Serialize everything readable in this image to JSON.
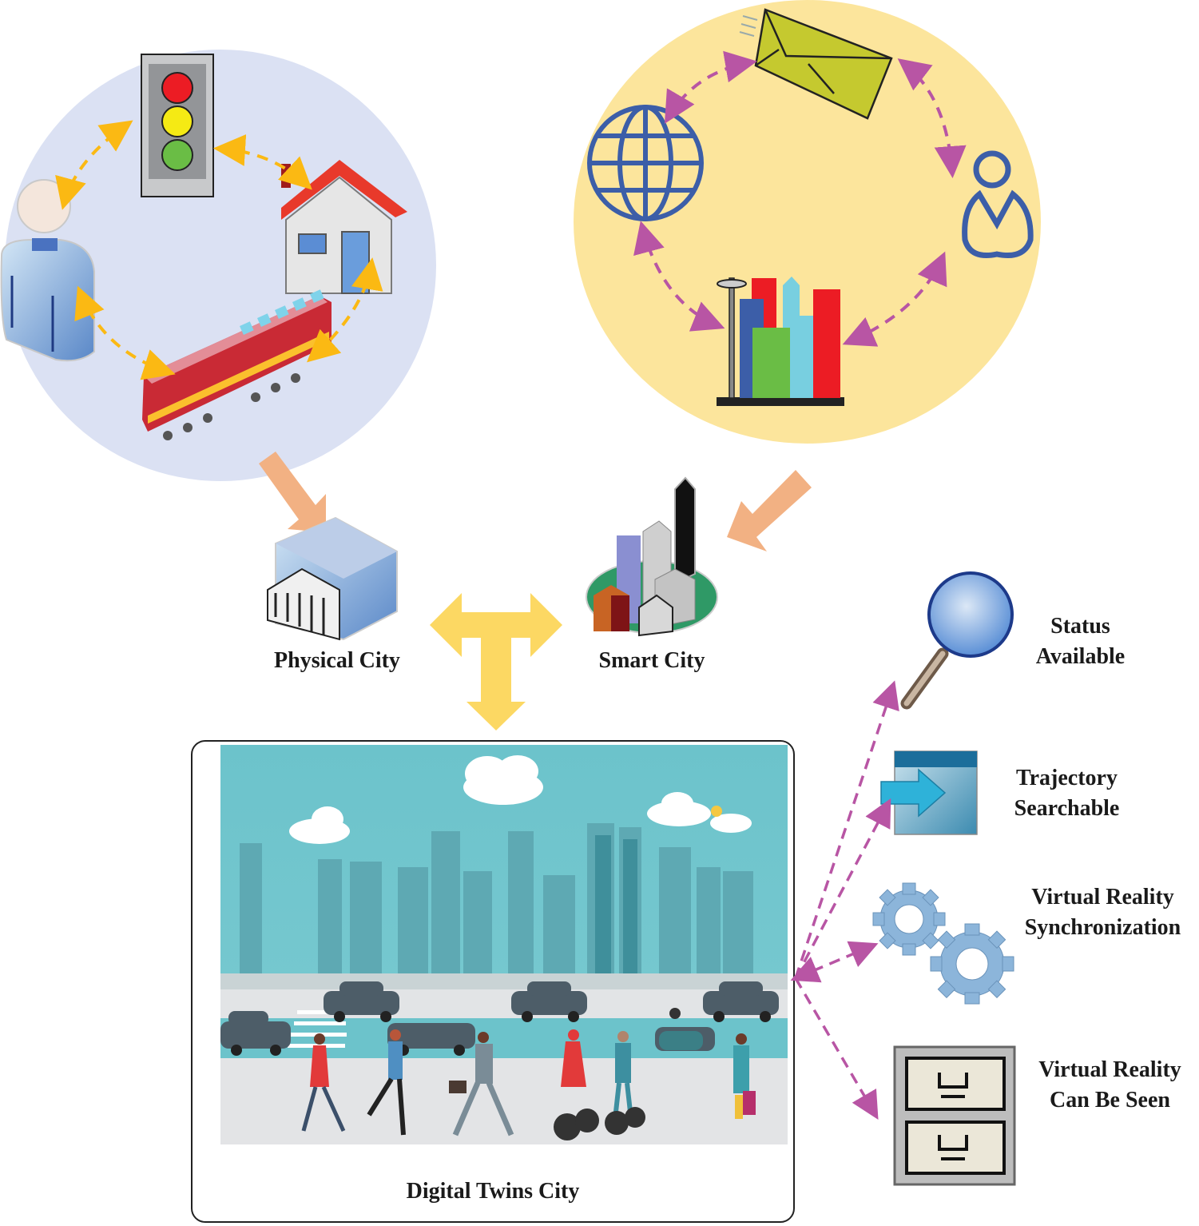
{
  "diagram": {
    "physical_cluster": {
      "background": "#dbe1f3",
      "arrow_color": "#fbb913",
      "nodes": [
        "traffic-light",
        "house",
        "train",
        "person"
      ]
    },
    "smart_cluster": {
      "background": "#fce59c",
      "arrow_color": "#b855a4",
      "nodes": [
        "envelope",
        "user",
        "city-buildings",
        "globe"
      ]
    },
    "flow_arrow_color": "#f2b183",
    "t_arrow_color": "#fcd863",
    "physical_city": {
      "label": "Physical City"
    },
    "smart_city": {
      "label": "Smart City"
    },
    "digital_twins": {
      "label": "Digital Twins City"
    },
    "features": [
      {
        "icon": "magnifier-icon",
        "line1": "Status",
        "line2": "Available"
      },
      {
        "icon": "window-arrow-icon",
        "line1": "Trajectory",
        "line2": "Searchable"
      },
      {
        "icon": "gears-icon",
        "line1": "Virtual Reality",
        "line2": "Synchronization"
      },
      {
        "icon": "cabinet-icon",
        "line1": "Virtual Reality",
        "line2": "Can Be Seen"
      }
    ],
    "feature_arrow_color": "#b855a4"
  }
}
